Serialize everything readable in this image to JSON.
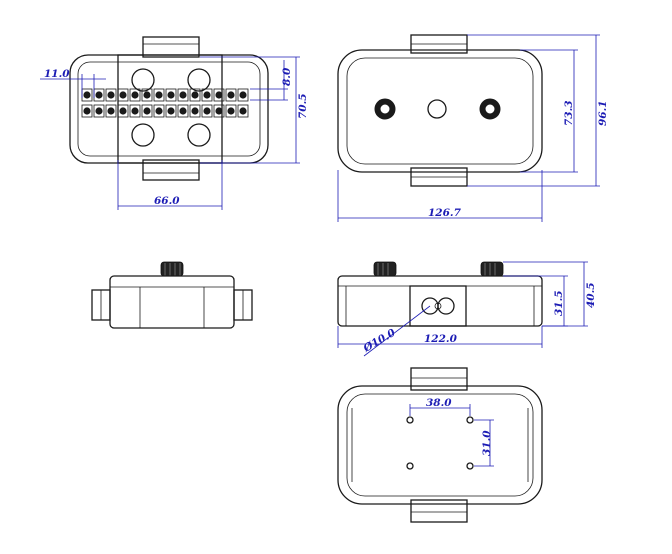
{
  "dimensions": {
    "pitch": "11.0",
    "row_spacing": "8.0",
    "front_height": "70.5",
    "front_width": "66.0",
    "top_width": "126.7",
    "top_height_inner": "73.3",
    "top_height_outer": "96.1",
    "side_height_inner": "31.5",
    "side_height_outer": "40.5",
    "hole_diameter": "Ø10.0",
    "side_width": "122.0",
    "mount_x": "38.0",
    "mount_y": "31.0"
  },
  "colors": {
    "outline": "#1a1a1a",
    "dimension": "#1c1cb4"
  }
}
